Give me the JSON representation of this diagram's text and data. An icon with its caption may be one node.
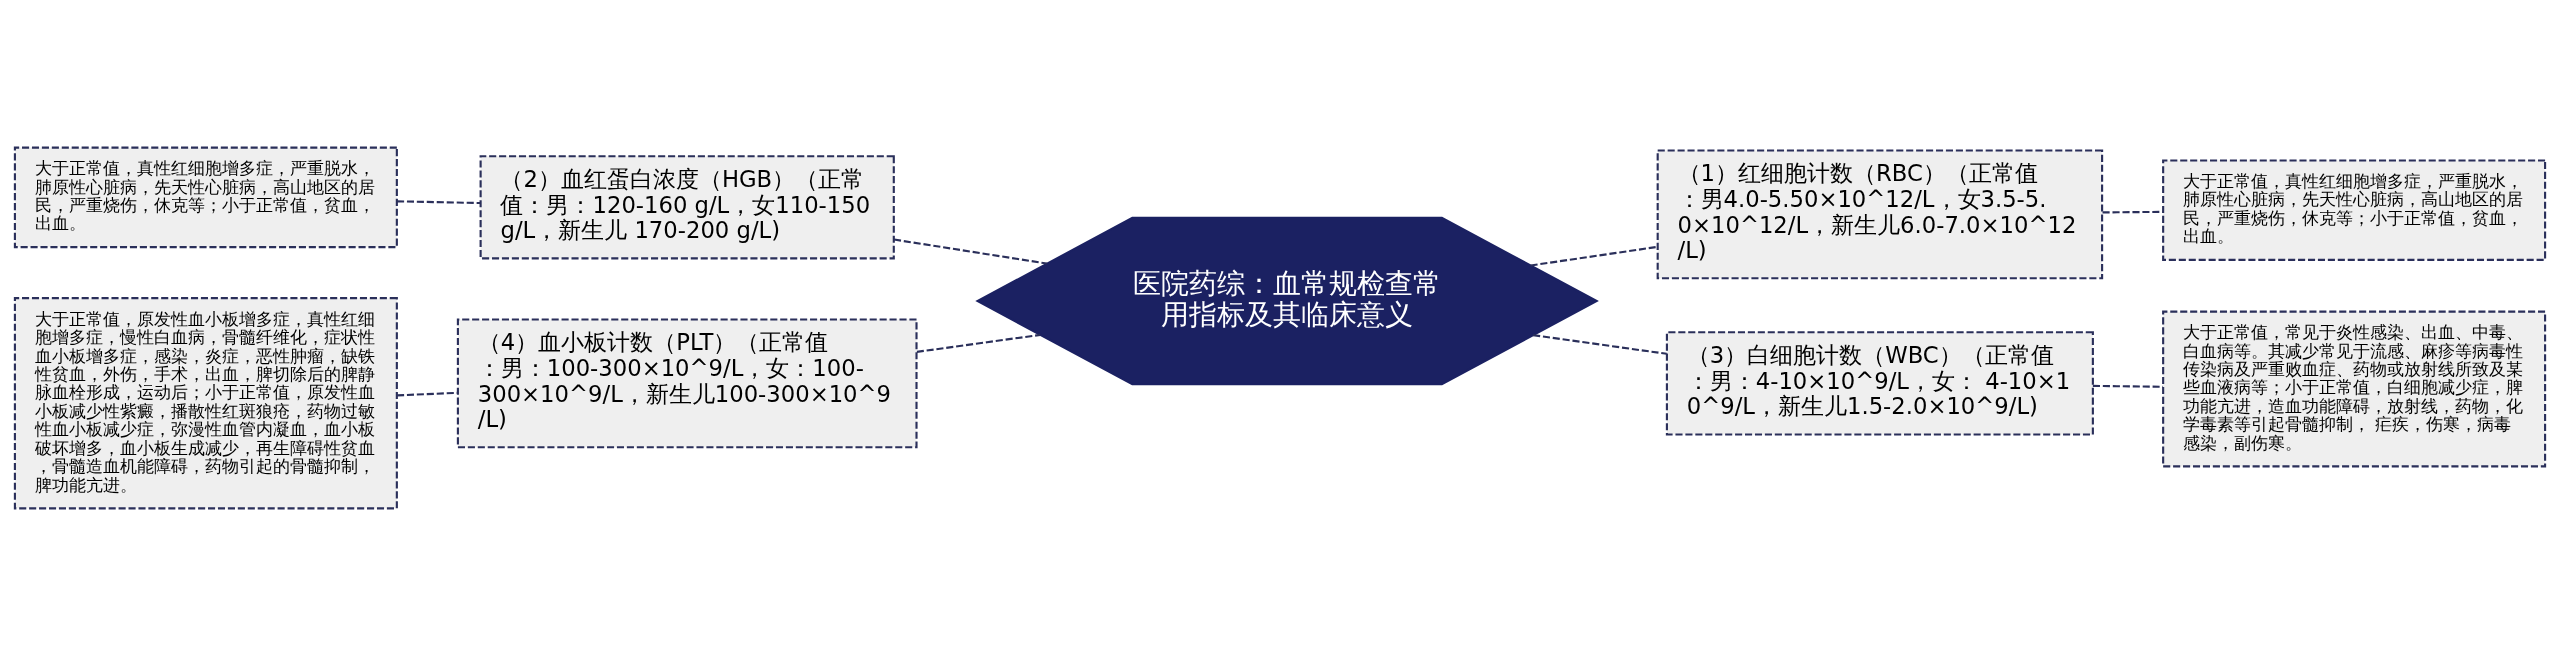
{
  "diagram": {
    "nodes": [
      {
        "text": [
          "医院药综：血常规检查常用指标及其临床意义"
        ]
      },
      {
        "text": [
          "（1）红细胞计数（RBC）（正常值：男4.0-5.50×10^12/L，女3.5-5.0×10^12/L，新生儿6.0-7.0×10^12/L)"
        ]
      },
      {
        "text": [
          "大于正常值，真性红细胞增多症，严重脱水，肺原性心脏病，先天性心脏病，高山地区的居民，严重烧伤，休克等；小于正常值，贫血，出血。"
        ]
      },
      {
        "text": [
          "（3）白细胞计数（WBC）（正常值：男：4-10×10^9/L，女： 4-10×10^9/L，新生儿1.5-2.0×10^9/L)"
        ]
      },
      {
        "text": [
          "大于正常值，常见于炎性感染、出血、中毒、白血病等。其减少常见于流感、麻疹等病毒性传染病及严重败血症、药物或放射线所致及某些血液病等；小于正常值，白细胞减少症，脾功能亢进，造血功能障碍，放射线，药物，化学毒素等引起骨髓抑制， 疟疾，伤寒，病毒感染，副伤寒。"
        ]
      },
      {
        "text": [
          "（2）血红蛋白浓度（HGB）（正常值：男：120-160 g/L，女110-150 g/L，新生儿 170-200 g/L)"
        ]
      },
      {
        "text": [
          "大于正常值，真性红细胞增多症，严重脱水，肺原性心脏病，先天性心脏病，高山地区的居民，严重烧伤，休克等；小于正常值，贫血，出血。"
        ]
      },
      {
        "text": [
          "（4）血小板计数（PLT）（正常值：男：100-300×10^9/L，女：100-300×10^9/L，新生儿100-300×10^9/L)"
        ]
      },
      {
        "text": [
          "大于正常值，原发性血小板增多症，真性红细胞增多症，慢性白血病，骨髓纤维化，症状性血小板增多症，感染，炎症，恶性肿瘤，缺铁性贫血，外伤，手术，出血，脾切除后的脾静脉血栓形成，运动后；小于正常值，原发性血小板减少性紫癜，播散性红斑狼疮，药物过敏性血小板减少症，弥漫性血管内凝血，血小板破坏增多，血小板生成减少，再生障碍性贫血，骨髓造血机能障碍，药物引起的骨髓抑制，脾功能亢进。"
        ]
      }
    ],
    "edges": [
      {
        "from": 0,
        "to": 1,
        "arrow": "none",
        "style": "dashed"
      },
      {
        "from": 1,
        "to": 2,
        "arrow": "none",
        "style": "dashed"
      },
      {
        "from": 0,
        "to": 3,
        "arrow": "none",
        "style": "dashed"
      },
      {
        "from": 3,
        "to": 4,
        "arrow": "none",
        "style": "dashed"
      },
      {
        "from": 0,
        "to": 5,
        "arrow": "none",
        "style": "dashed"
      },
      {
        "from": 5,
        "to": 6,
        "arrow": "none",
        "style": "dashed"
      },
      {
        "from": 0,
        "to": 7,
        "arrow": "none",
        "style": "dashed"
      },
      {
        "from": 7,
        "to": 8,
        "arrow": "none",
        "style": "dashed"
      }
    ]
  }
}
